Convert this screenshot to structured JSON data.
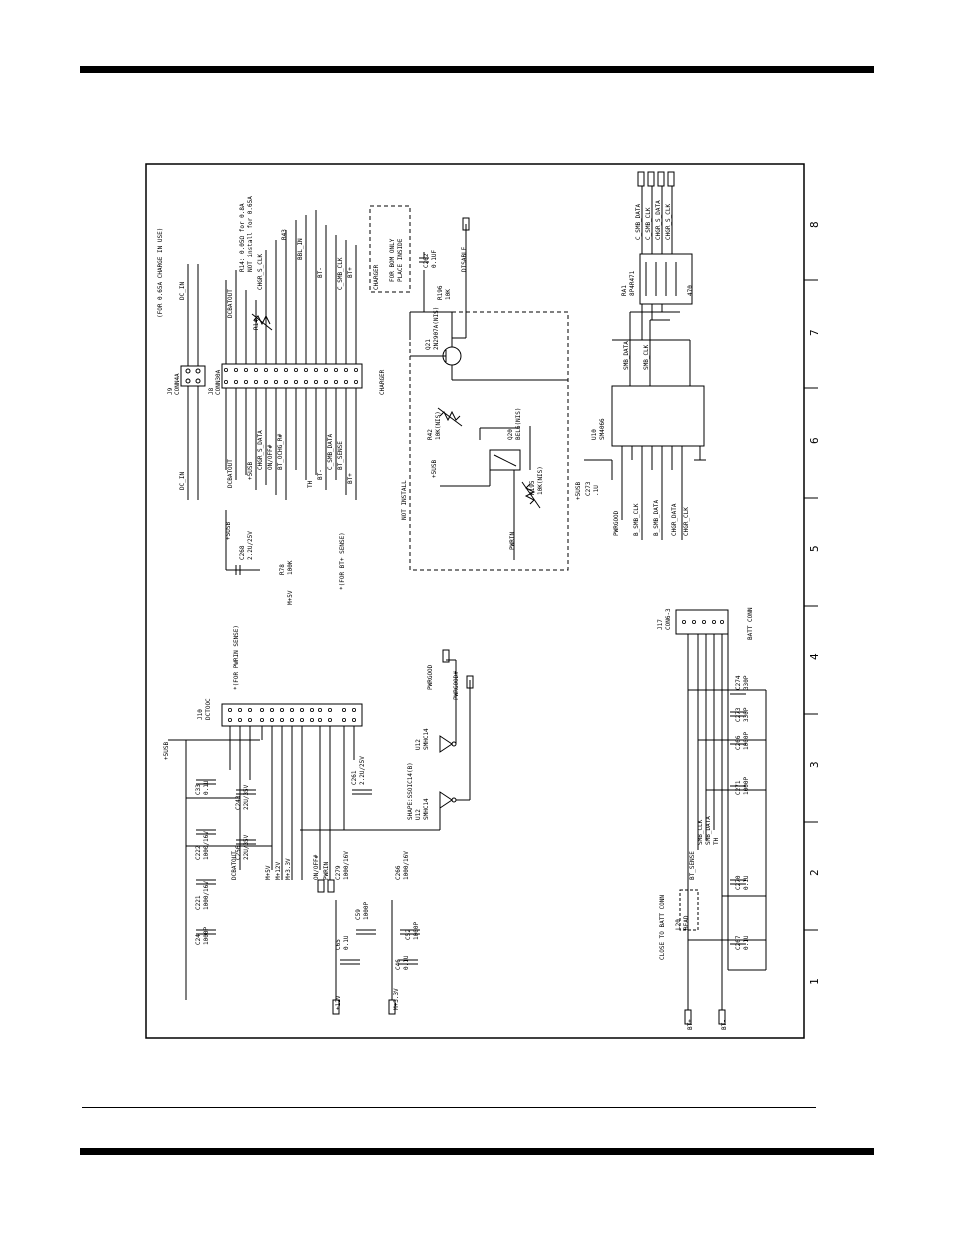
{
  "colors": {
    "ink": "#000000",
    "paper": "#ffffff"
  },
  "zones": [
    "1",
    "2",
    "3",
    "4",
    "5",
    "6",
    "7",
    "8"
  ],
  "notes": {
    "charge": "(FOR 0.65A CHARGE IN USE)",
    "pwrin_sense": "*(FOR PWRIN SENSE)",
    "bt_sense": "*(FOR BT+ SENSE)",
    "not_install": "NOT INSTALL",
    "bom_only": "FOR BOM ONLY",
    "place_inside": "PLACE INSIDE",
    "close_to_batt": "CLOSE TO BATT CONN",
    "charger_conn": "CHARGER",
    "batt_conn": "BATT CONN",
    "r14_note1": "R14: 0.05Ω for 0.8A",
    "r14_note2": "NOT install for 0.65A"
  },
  "refs": {
    "j9": "J9",
    "j9_type": "CONN4A",
    "j8": "J8",
    "j8_type": "CONN30A",
    "j10": "J10",
    "j10_type": "DCTOOC",
    "j17": "J17",
    "j17_type": "CON6-3",
    "u10": "U10",
    "u10_type": "SM4066",
    "u12a": "U12",
    "u12a_type": "SMHC14",
    "u12b": "U12",
    "u12b_type": "SMHC14",
    "u12_shape": "SHAPE:SSOIC14(B)",
    "q21": "Q21",
    "q21_type": "2N2907A(NIS)",
    "q20": "Q20",
    "q20_type": "BEL6(NIS)",
    "ra1": "RA1",
    "ra1_type": "8P4R471",
    "ra1_val": "470",
    "r14": "R14",
    "r43": "R43",
    "r42": "R42",
    "r42_val": "10K(NIS)",
    "r196": "R196",
    "r196_val": "10K",
    "r195": "R195",
    "r195_val": "10K(NIS)",
    "r78": "R78",
    "r78_val": "100K",
    "l20": "L20",
    "l20_val": "BEAD"
  },
  "nets": {
    "dc_in": "DC_IN",
    "dcbatout": "DCBATOUT",
    "v5usb": "+5USB",
    "chgr_s_data": "CHGR_S_DATA",
    "chgr_s_clk": "CHGR_S_CLK",
    "on_off": "ON/OFF#",
    "bt_ochg": "BT_OCHG_R#",
    "bbl_in": "BBL_IN",
    "bt_plus": "BT+",
    "bt_minus": "BT-",
    "bt_sense": "BT_SENSE",
    "c_smb_data": "C_SMB_DATA",
    "c_smb_clk": "C_SMB_CLK",
    "smb_data": "SMB_DATA",
    "smb_clk": "SMB_CLK",
    "b_smb_data": "B_SMB_DATA",
    "b_smb_clk": "B_SMB_CLK",
    "chgr_data": "CHGR_DATA",
    "chgr_clk": "CHGR_CLK",
    "pwrgood": "PWRGOOD",
    "pwrgood_n": "PWRGOOD#",
    "pwrin": "PWRIN",
    "disable": "DISABLE",
    "m5v": "M+5V",
    "v12": "+12V",
    "m5v_2": "M+5V",
    "m12v": "M+12V",
    "m33v": "M+3.3V",
    "m33v_2": "M+3.3V",
    "th": "TH",
    "smb_clk_b": "SMB_CLK",
    "smb_data_b": "SMB_DATA",
    "th_b": "TH",
    "charger_lbl": "CHARGER"
  },
  "caps": {
    "c268": "C268",
    "c268_val": "2.2U/25V",
    "c273": "C273",
    "c273_val": ".1U",
    "c262": "C262",
    "c262_val": "0.1UF",
    "c24": "C24",
    "c24_val": "1000P",
    "c221": "C221",
    "c221_val": "1000/16V",
    "c222": "C222",
    "c222_val": "1000/16V",
    "c256": "C256",
    "c256_val": "22U/35V",
    "c243": "C243",
    "c243_val": "22U/35V",
    "c33": "C33",
    "c33_val": "0.1U",
    "c261": "C261",
    "c261_val": "2.2U/25V",
    "c279": "C279",
    "c279_val": "1000/16V",
    "c266": "C266",
    "c266_val": "1000/16V",
    "c65": "C65",
    "c65_val": "0.1U",
    "c59": "C59",
    "c59_val": "1000P",
    "c46": "C46",
    "c46_val": "0.1U",
    "c52": "C52",
    "c52_val": "1000P",
    "c267": "C267",
    "c267_val": "0.1U",
    "c270": "C270",
    "c270_val": "0.1U",
    "c271": "C271",
    "c271_val": "1000P",
    "c266b": "C266",
    "c266b_val": "1000P",
    "c273b": "C273",
    "c273b_val": "330P",
    "c274": "C274",
    "c274_val": "330P"
  }
}
